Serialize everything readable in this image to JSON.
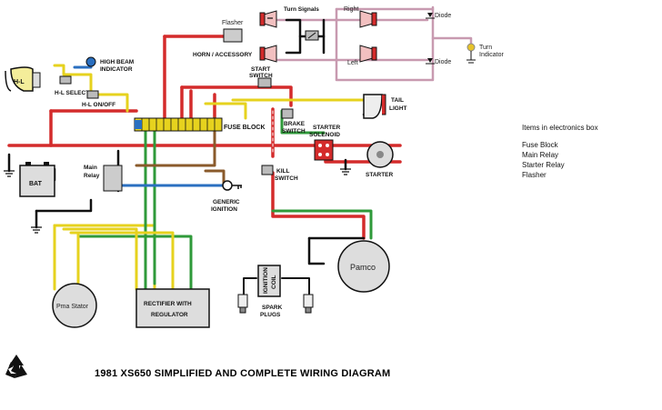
{
  "diagram": {
    "title": "1981 XS650 SIMPLIFIED AND COMPLETE WIRING DIAGRAM",
    "components": {
      "flasher": "Flasher",
      "turn_signals": "Turn Signals",
      "right": "Right",
      "left": "Left",
      "diode_top": "Diode",
      "diode_bottom": "Diode",
      "turn_indicator_1": "Turn",
      "turn_indicator_2": "Indicator",
      "headlight": "H-L",
      "high_beam_1": "HIGH BEAM",
      "high_beam_2": "INDICATOR",
      "hl_select": "H-L SELECT",
      "hl_onoff": "H-L ON/OFF",
      "horn": "HORN / ACCESSORY",
      "start_switch_1": "START",
      "start_switch_2": "SWITCH",
      "brake_switch_1": "BRAKE",
      "brake_switch_2": "SWITCH",
      "tail_light_1": "TAIL",
      "tail_light_2": "LIGHT",
      "fuse_block": "FUSE BLOCK",
      "starter_solenoid_1": "STARTER",
      "starter_solenoid_2": "SOLENOID",
      "starter": "STARTER",
      "battery": "BAT",
      "main_relay_1": "Main",
      "main_relay_2": "Relay",
      "generic_ignition_1": "GENERIC",
      "generic_ignition_2": "IGNITION",
      "kill_switch_1": "KILL",
      "kill_switch_2": "SWITCH",
      "pma_stator": "Pma Stator",
      "rectifier_1": "RECTIFIER WITH",
      "rectifier_2": "REGULATOR",
      "ignition_coil_1": "IGNITION",
      "ignition_coil_2": "COIL",
      "spark_plugs_1": "SPARK",
      "spark_plugs_2": "PLUGS",
      "pamco": "Pamco"
    },
    "side_notes": {
      "heading": "Items in electronics box",
      "items": [
        "Fuse Block",
        "Main Relay",
        "Starter Relay",
        "Flasher"
      ]
    },
    "recycle_icon": "recycle-icon",
    "colors": {
      "red": "#d42b2b",
      "black": "#111111",
      "yellow": "#e6d21e",
      "green": "#2f9a3a",
      "blue": "#2a6fc0",
      "brown": "#8a5a2b",
      "pink": "#c89ab0",
      "white_wire": "#ffffff"
    }
  }
}
